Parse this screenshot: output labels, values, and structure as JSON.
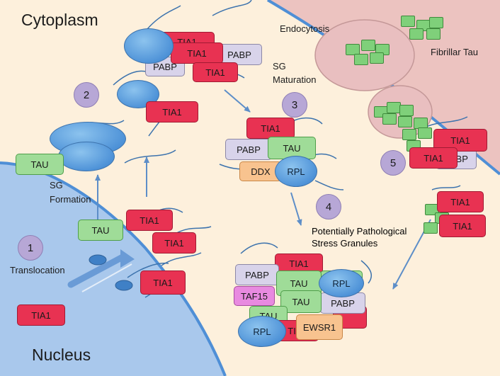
{
  "labels": {
    "cytoplasm": "Cytoplasm",
    "nucleus": "Nucleus",
    "endocytosis": "Endocytosis",
    "fibrillar_tau": "Fibrillar Tau",
    "sg_maturation": "SG\nMaturation",
    "sg_formation": "SG\nFormation",
    "translocation": "Translocation",
    "pathological": "Potentially Pathological\nStress Granules"
  },
  "steps": [
    "1",
    "2",
    "3",
    "4",
    "5"
  ],
  "proteins": {
    "tia1": "TIA1",
    "tau": "TAU",
    "pabp": "PABP",
    "ddx": "DDX",
    "rpl": "RPL",
    "taf15": "TAF15",
    "ewsr1": "EWSR1"
  },
  "colors": {
    "tia1": "#e83252",
    "tau": "#9fdc98",
    "pabp": "#d8d3ea",
    "ddx": "#f8c38f",
    "taf15": "#e88ae0",
    "ewsr1": "#f8c38f",
    "ribosome": "#5b9de0",
    "nucleus": "#a9c8ec",
    "extracellular": "#ecc3c0",
    "cytoplasm": "#fdf0dc",
    "step_circle": "#b7a7d6",
    "arrow": "#5d8ec8"
  }
}
